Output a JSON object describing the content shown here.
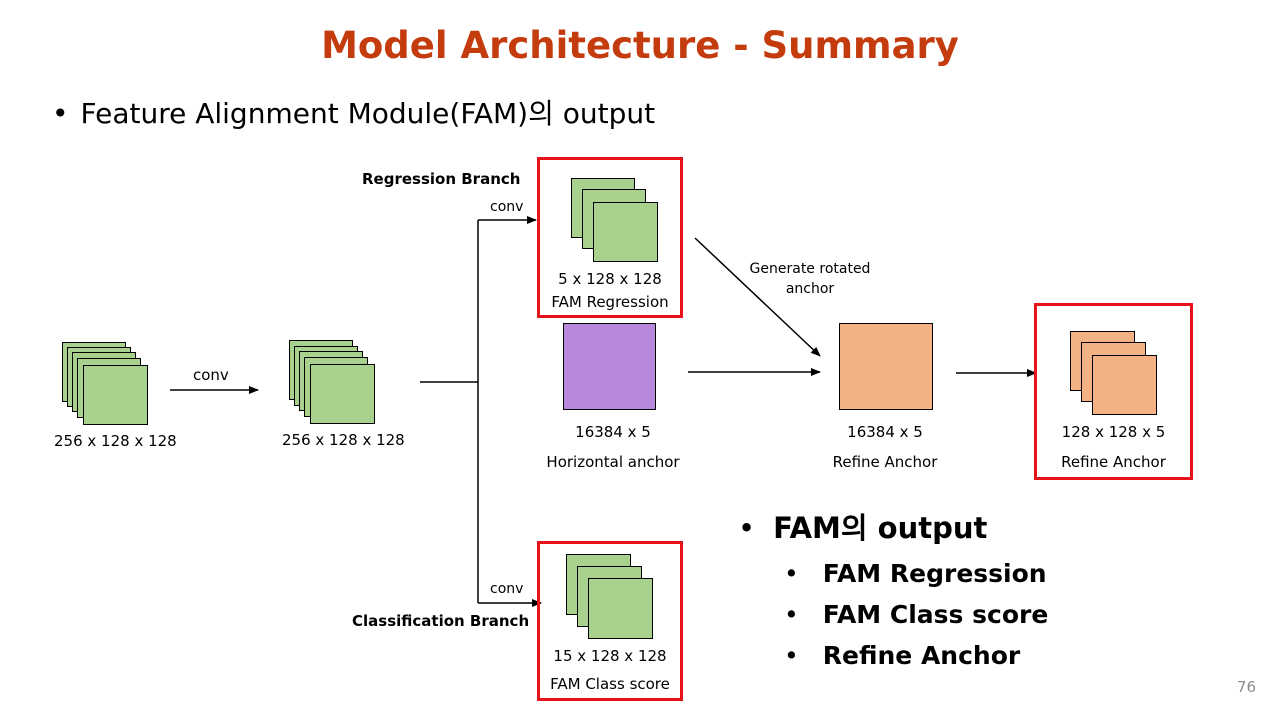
{
  "title": "Model Architecture  - Summary",
  "bullet": "Feature Alignment Module(FAM)의 output",
  "diagram": {
    "input_dims": "256 x 128 x 128",
    "conv1_label": "conv",
    "feature_dims": "256 x 128 x 128",
    "regression_branch_label": "Regression Branch",
    "regression_conv_label": "conv",
    "regression_dims": "5 x 128 x 128",
    "regression_name": "FAM Regression",
    "classification_branch_label": "Classification Branch",
    "classification_conv_label": "conv",
    "classification_dims": "15 x 128 x 128",
    "classification_name": "FAM Class score",
    "generate_label_line1": "Generate rotated",
    "generate_label_line2": "anchor",
    "horizontal_dims": "16384 x 5",
    "horizontal_name": "Horizontal anchor",
    "refine_dims": "16384 x 5",
    "refine_name": "Refine Anchor",
    "refine_out_dims": "128 x 128 x 5",
    "refine_out_name": "Refine Anchor"
  },
  "outputs": {
    "heading": "FAM의 output",
    "items": [
      "FAM Regression",
      "FAM Class score",
      "Refine Anchor"
    ]
  },
  "page_number": "76",
  "colors": {
    "title": "#C43B0E",
    "highlight_box": "#E8141C",
    "feature_map": "#A9D18E",
    "horizontal_anchor": "#B887DA",
    "refine_anchor": "#F4B183"
  }
}
